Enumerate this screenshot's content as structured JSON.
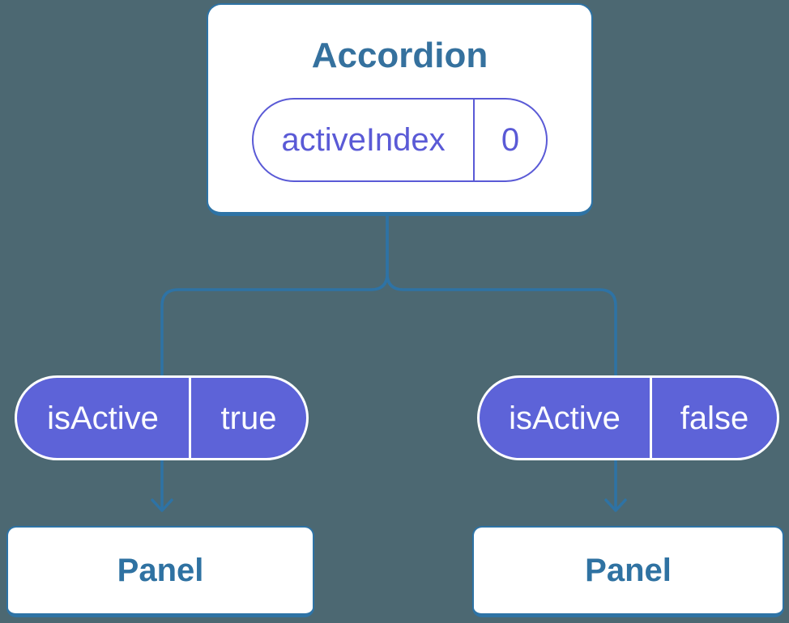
{
  "figure": {
    "type": "component-tree-diagram",
    "parent": {
      "title": "Accordion",
      "state": {
        "name": "activeIndex",
        "value": "0"
      }
    },
    "branches": [
      {
        "prop": {
          "name": "isActive",
          "value": "true"
        },
        "child": {
          "title": "Panel"
        }
      },
      {
        "prop": {
          "name": "isActive",
          "value": "false"
        },
        "child": {
          "title": "Panel"
        }
      }
    ],
    "colors": {
      "background": "#4C6872",
      "connector_blue": "#2E73A5",
      "label_blue": "#35719E",
      "pill_outline_purple": "#5A5AD6",
      "pill_fill_purple": "#5D63D8",
      "box_fill": "#FFFFFF",
      "pill_text": "#FFFFFF"
    }
  }
}
